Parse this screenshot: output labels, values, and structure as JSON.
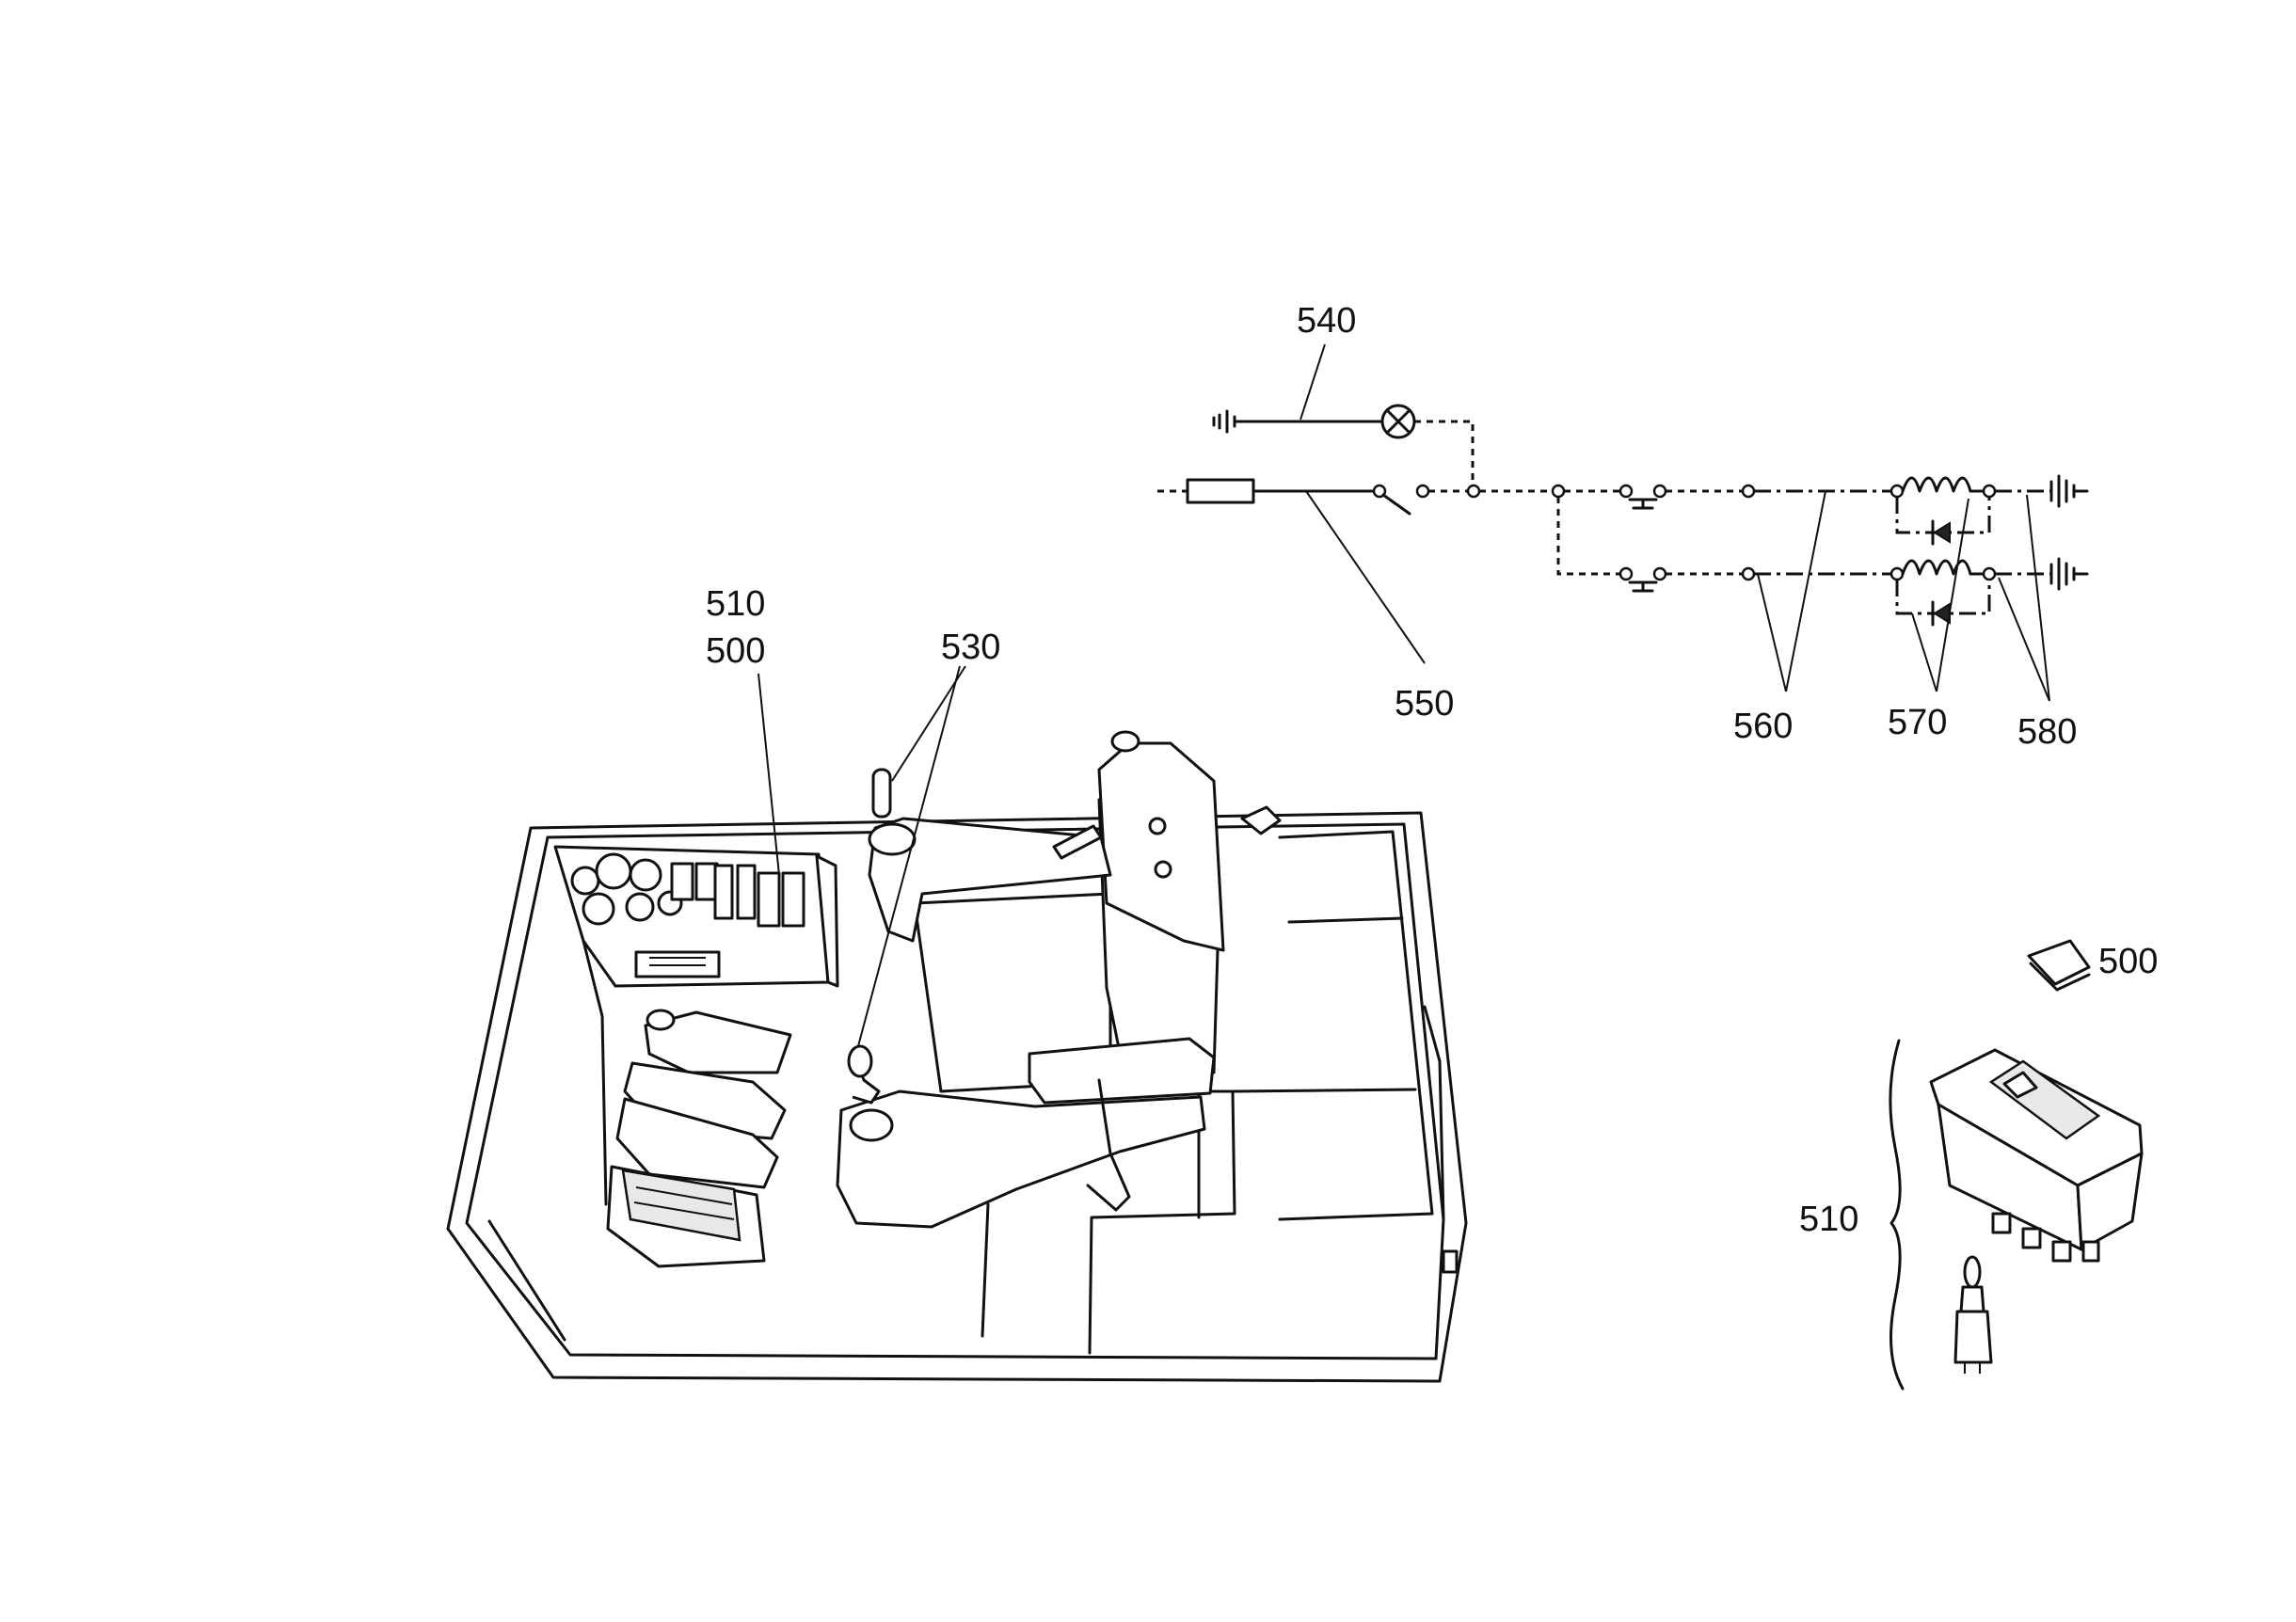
{
  "labels": {
    "l540": "540",
    "l550": "550",
    "l560": "560",
    "l570": "570",
    "l580": "580",
    "l510_top": "510",
    "l500_top": "500",
    "l530": "530",
    "l500_part": "500",
    "l510_part": "510"
  }
}
